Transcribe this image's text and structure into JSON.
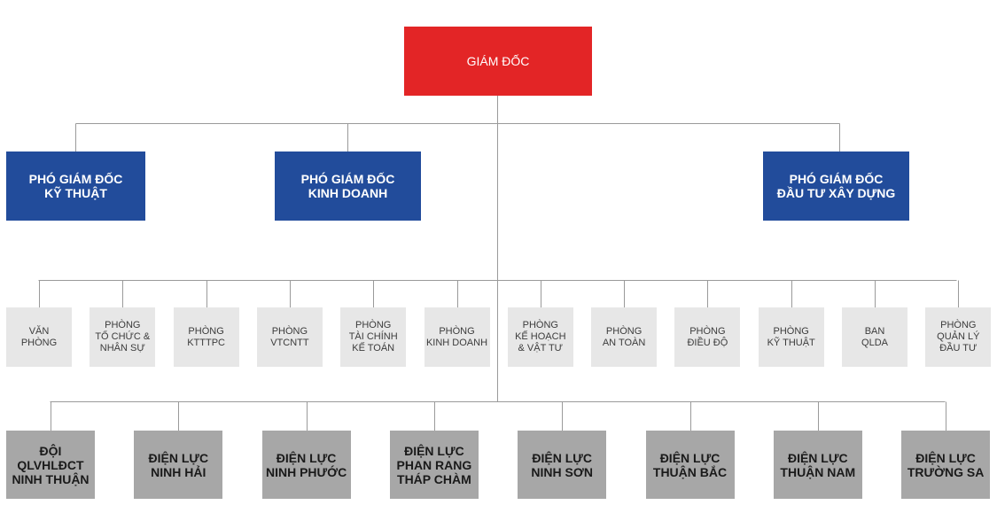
{
  "director": {
    "label": "GIÁM ĐỐC"
  },
  "deputies": [
    {
      "label": "PHÓ GIÁM ĐỐC\nKỸ THUẬT"
    },
    {
      "label": "PHÓ GIÁM ĐỐC\nKINH DOANH"
    },
    {
      "label": "PHÓ GIÁM ĐỐC\nĐẦU TƯ XÂY DỰNG"
    }
  ],
  "departments": [
    {
      "label": "VĂN\nPHÒNG"
    },
    {
      "label": "PHÒNG\nTỔ CHỨC &\nNHÂN SỰ"
    },
    {
      "label": "PHÒNG\nKTTTPC"
    },
    {
      "label": "PHÒNG\nVTCNTT"
    },
    {
      "label": "PHÒNG\nTÀI CHÍNH\nKẾ TOÁN"
    },
    {
      "label": "PHÒNG\nKINH DOANH"
    },
    {
      "label": "PHÒNG\nKẾ HOẠCH\n& VẬT TƯ"
    },
    {
      "label": "PHÒNG\nAN TOÀN"
    },
    {
      "label": "PHÒNG\nĐIỀU ĐỘ"
    },
    {
      "label": "PHÒNG\nKỸ THUẬT"
    },
    {
      "label": "BAN\nQLDA"
    },
    {
      "label": "PHÒNG\nQUẢN LÝ\nĐẦU TƯ"
    }
  ],
  "units": [
    {
      "label": "ĐỘI\nQLVHLĐCT\nNINH THUẬN"
    },
    {
      "label": "ĐIỆN LỰC\nNINH HẢI"
    },
    {
      "label": "ĐIỆN LỰC\nNINH PHƯỚC"
    },
    {
      "label": "ĐIỆN LỰC\nPHAN RANG\nTHÁP CHÀM"
    },
    {
      "label": "ĐIỆN LỰC\nNINH SƠN"
    },
    {
      "label": "ĐIỆN LỰC\nTHUẬN BẮC"
    },
    {
      "label": "ĐIỆN LỰC\nTHUẬN NAM"
    },
    {
      "label": "ĐIỆN LỰC\nTRƯỜNG SA"
    }
  ],
  "colors": {
    "director": "#e32526",
    "deputy": "#224c9b",
    "department": "#e7e7e7",
    "unit": "#a7a7a7",
    "connector": "#9a9a9a"
  }
}
